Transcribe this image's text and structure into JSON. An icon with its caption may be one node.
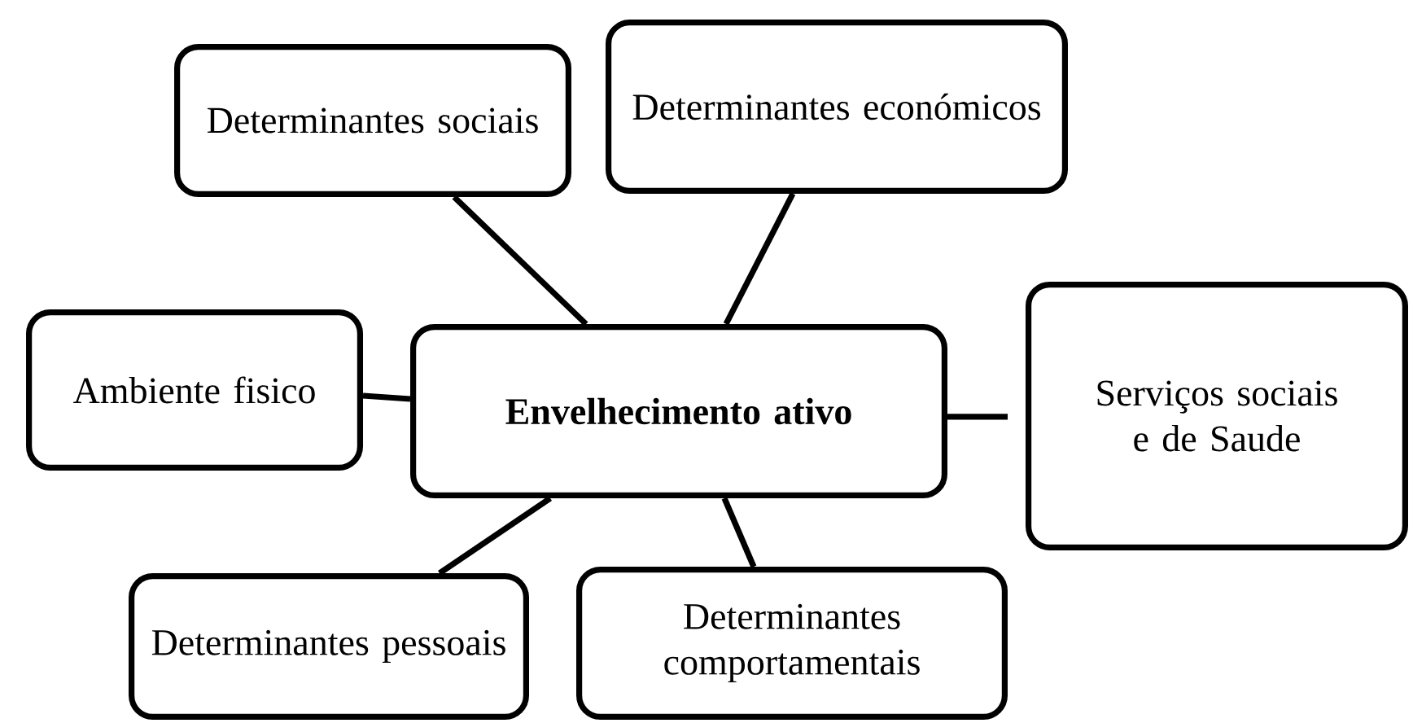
{
  "diagram": {
    "nodes": [
      {
        "text": [
          "Determinantes sociais"
        ]
      },
      {
        "text": [
          "Determinantes económicos"
        ]
      },
      {
        "text": [
          "Ambiente fisico"
        ]
      },
      {
        "text": [
          "Envelhecimento ativo"
        ]
      },
      {
        "text": [
          "Serviços sociais e de Saude"
        ]
      },
      {
        "text": [
          "Determinantes pessoais"
        ]
      },
      {
        "text": [
          "Determinantes comportamentais"
        ]
      }
    ],
    "edges": [
      {
        "from": 3,
        "to": 0,
        "arrow": "none"
      },
      {
        "from": 3,
        "to": 1,
        "arrow": "none"
      },
      {
        "from": 3,
        "to": 2,
        "arrow": "none"
      },
      {
        "from": 3,
        "to": 4,
        "arrow": "none"
      },
      {
        "from": 3,
        "to": 5,
        "arrow": "none"
      },
      {
        "from": 3,
        "to": 6,
        "arrow": "none"
      }
    ]
  }
}
